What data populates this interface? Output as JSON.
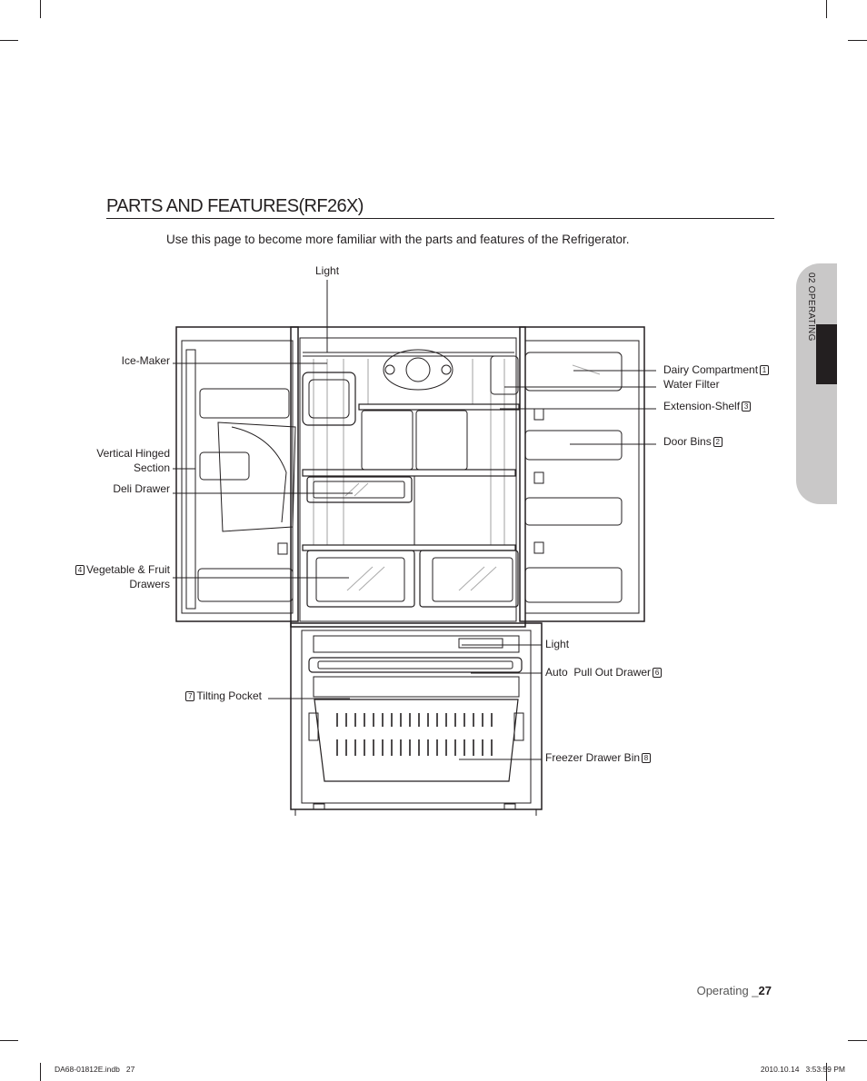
{
  "section": {
    "title": "PARTS AND FEATURES(RF26X)",
    "intro": "Use this page to become more familiar with the parts and features of the Refrigerator."
  },
  "side_tab": {
    "label": "02 OPERATING"
  },
  "callouts": {
    "light_top": "Light",
    "ice_maker": "Ice-Maker",
    "vertical_hinged": [
      "Vertical Hinged",
      "Section"
    ],
    "deli_drawer": "Deli Drawer",
    "veg_fruit": {
      "number": "4",
      "lines": [
        "Vegetable & Fruit",
        "Drawers"
      ]
    },
    "dairy": {
      "text": "Dairy Compartment",
      "number": "1"
    },
    "water_filter": "Water Filter",
    "extension_shelf": {
      "text": "Extension-Shelf",
      "number": "3"
    },
    "door_bins": {
      "text": "Door Bins",
      "number": "2"
    },
    "light_freezer": "Light",
    "auto_drawer": {
      "text": "Auto  Pull Out Drawer",
      "number": "6"
    },
    "tilting_pocket": {
      "number": "7",
      "text": "Tilting Pocket"
    },
    "freezer_bin": {
      "text": "Freezer Drawer Bin",
      "number": "8"
    }
  },
  "footer": {
    "section_name": "Operating _",
    "page_number": "27",
    "file_slug": "DA68-01812E.indb   27",
    "timestamp": "2010.10.14   3:53:59 PM"
  }
}
